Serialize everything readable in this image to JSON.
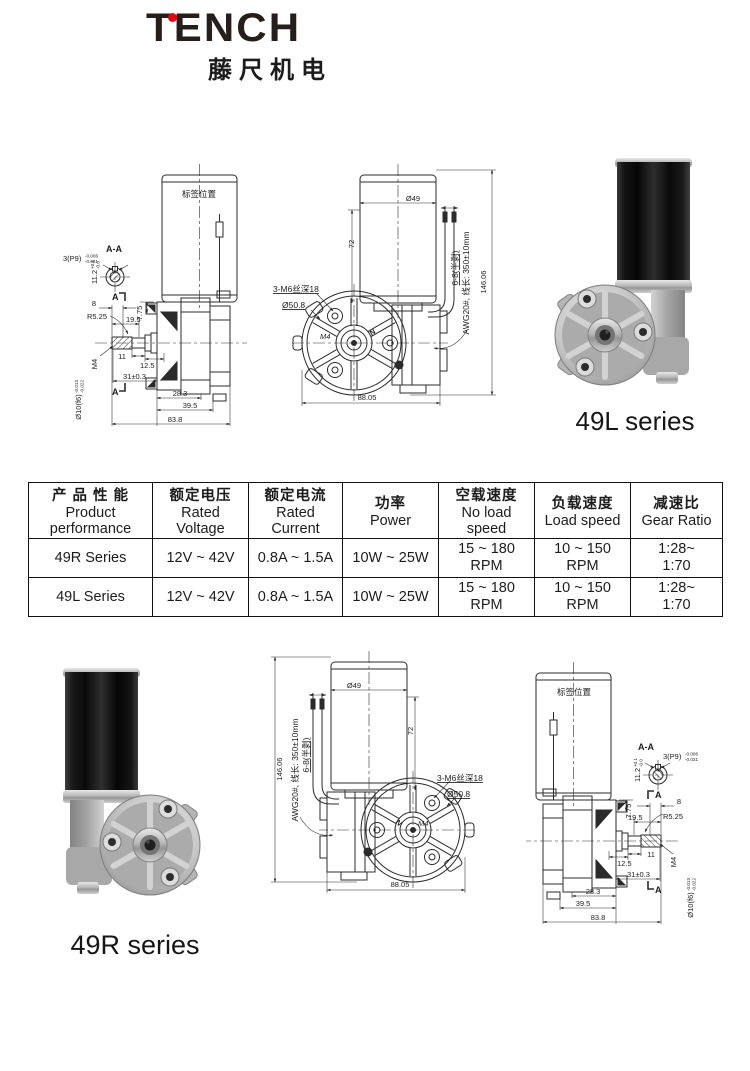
{
  "logo": {
    "brand": "TENCH",
    "subtitle": "藤尺机电",
    "dot_color": "#e60012",
    "text_color": "#261e1a"
  },
  "photos": {
    "left_caption": "49R series",
    "right_caption": "49L series"
  },
  "table": {
    "headers": [
      {
        "cn": "产 品 性 能",
        "en": "Product performance"
      },
      {
        "cn": "额定电压",
        "en": "Rated Voltage"
      },
      {
        "cn": "额定电流",
        "en": "Rated Current"
      },
      {
        "cn": "功率",
        "en": "Power"
      },
      {
        "cn": "空载速度",
        "en": "No load speed"
      },
      {
        "cn": "负载速度",
        "en": "Load speed"
      },
      {
        "cn": "减速比",
        "en": "Gear Ratio"
      }
    ],
    "rows": [
      {
        "cells": [
          "49R Series",
          "12V ~ 42V",
          "0.8A ~ 1.5A",
          "10W ~ 25W",
          "15 ~ 180 RPM",
          "10 ~ 150 RPM",
          "1:28~\n1:70"
        ]
      },
      {
        "cells": [
          "49L Series",
          "12V ~ 42V",
          "0.8A ~ 1.5A",
          "10W ~ 25W",
          "15 ~ 180 RPM",
          "10 ~ 150 RPM",
          "1:28~\n1:70"
        ]
      }
    ]
  },
  "dims": {
    "label_position": "标签位置",
    "section_aa": "A-A",
    "marker_a": "A",
    "key_width": "3(P9)",
    "key_width_tol_hi": "-0.006",
    "key_width_tol_lo": "-0.031",
    "key_height": "11.2",
    "key_height_tol_hi": "+0.1",
    "key_height_tol_lo": "-0.0",
    "d8": "8",
    "r5_25": "R5.25",
    "d19_5": "19.5",
    "d7_75": "7.75",
    "d11": "11",
    "m4_thread": "M4",
    "d12_5": "12.5",
    "d31": "31±0.3",
    "d28_3": "28.3",
    "d39_5": "39.5",
    "d83_8": "83.8",
    "shaft": "Ø10(f6)",
    "shaft_tol_hi": "-0.013",
    "shaft_tol_lo": "-0.022",
    "dia49": "Ø49",
    "d72": "72",
    "thread_note": "3-M6丝深18",
    "dia50_8": "Ø50.8",
    "d88_05": "88.05",
    "d146_06": "146.06",
    "wire_strip": "6-8(半剥)",
    "wire_spec": "AWG20#, 线长: 350±10mm",
    "hub_mark_m4": "M4",
    "hub_mark_n": "N"
  }
}
